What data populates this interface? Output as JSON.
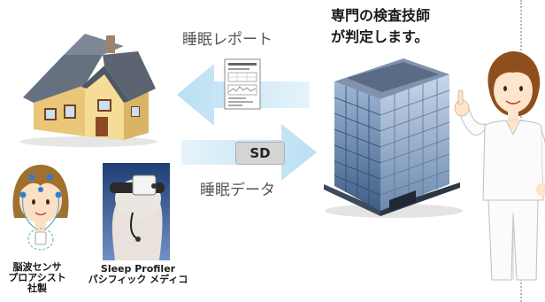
{
  "specialist": {
    "line1": "専門の検査技師",
    "line2": "が判定します。"
  },
  "flows": {
    "report_label": "睡眠レポート",
    "data_label": "睡眠データ",
    "media_label": "SD"
  },
  "devices": {
    "sensor": {
      "line1": "脳波センサ",
      "line2": "プロアシスト",
      "line3": "社製"
    },
    "profiler": {
      "line1": "Sleep Profiler",
      "line2": "パシフィック メディコ"
    }
  },
  "colors": {
    "arrow": "#cfe8f7",
    "house_roof": "#5b6470",
    "house_wall": "#f2d58a",
    "building": "#5f7fa8",
    "sd_badge": "#d4d4d4"
  }
}
